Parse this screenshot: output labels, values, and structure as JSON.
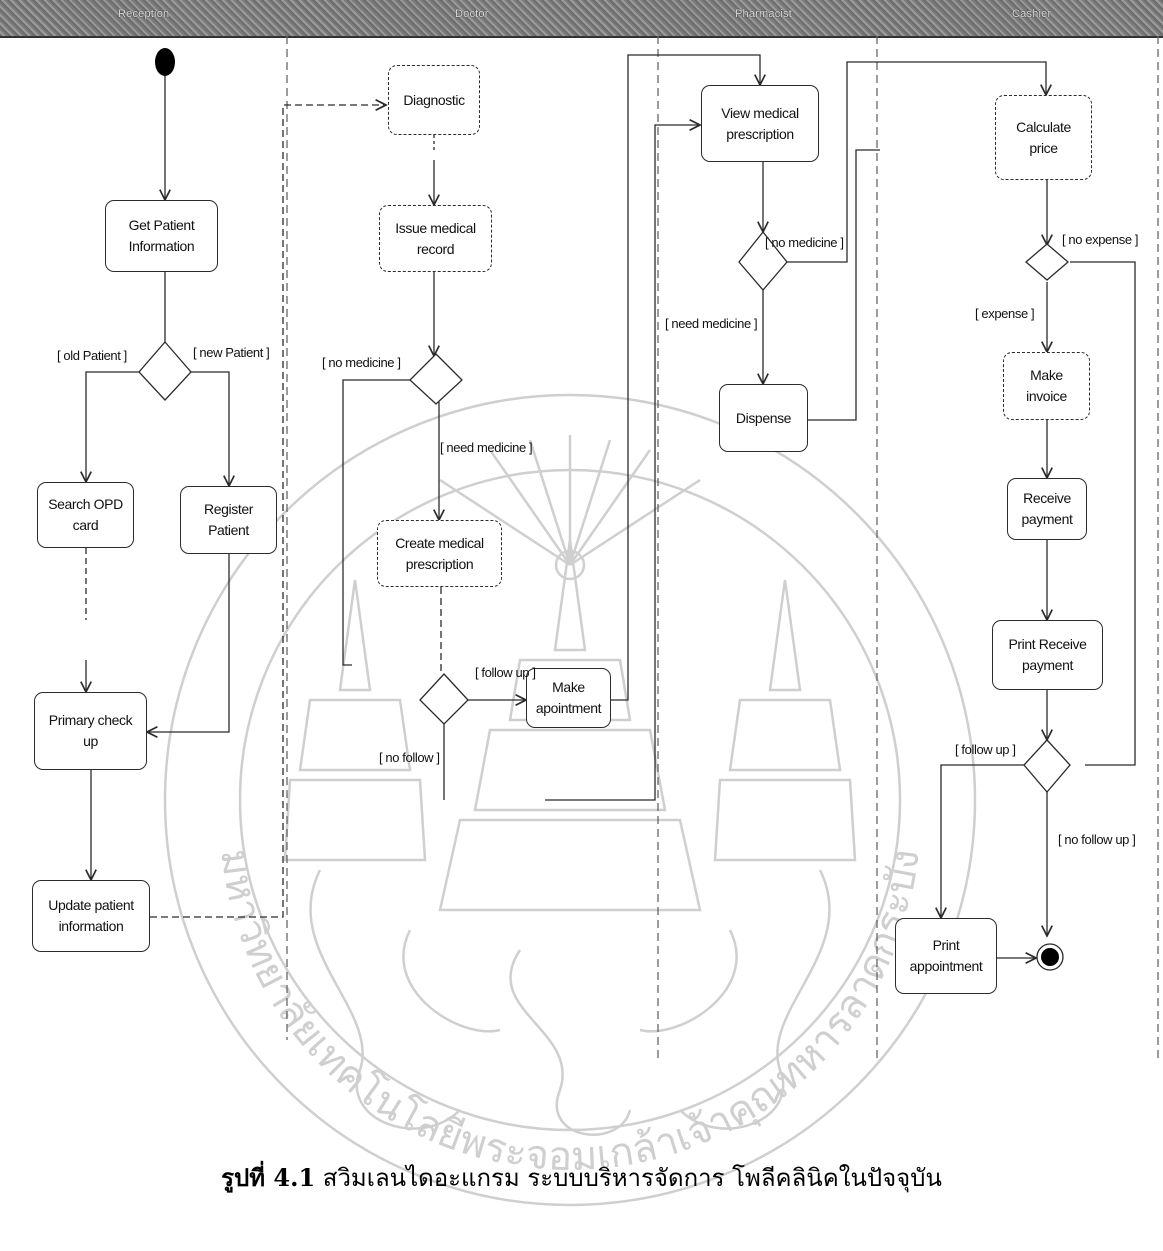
{
  "lanes": [
    "Reception",
    "Doctor",
    "Pharmacist",
    "Cashier"
  ],
  "nodes": {
    "get_patient": "Get Patient\nInformation",
    "search_opd": "Search OPD\ncard",
    "register": "Register\nPatient",
    "primary_check": "Primary check\nup",
    "update_info": "Update patient\ninformation",
    "diagnostic": "Diagnostic",
    "issue_record": "Issue medical\nrecord",
    "create_prescription": "Create medical\nprescription",
    "make_appointment": "Make\napointment",
    "view_prescription": "View medical\nprescription",
    "dispense": "Dispense",
    "calculate_price": "Calculate\nprice",
    "make_invoice": "Make\ninvoice",
    "receive_payment": "Receive\npayment",
    "print_receive": "Print Receive\npayment",
    "print_appointment": "Print\nappointment"
  },
  "guards": {
    "old_patient": "[ old Patient ]",
    "new_patient": "[ new Patient ]",
    "no_medicine_doctor": "[ no medicine ]",
    "need_medicine_doctor": "[ need medicine ]",
    "follow_up_doctor": "[ follow up ]",
    "no_follow": "[ no follow ]",
    "no_medicine_pharm": "[ no medicine ]",
    "need_medicine_pharm": "[ need medicine ]",
    "no_expense": "[ no expense ]",
    "expense": "[ expense ]",
    "follow_up_cashier": "[ follow up ]",
    "no_follow_up": "[ no follow up ]"
  },
  "caption": {
    "label": "รูปที่ 4.1",
    "text": " สวิมเลนไดอะแกรม ระบบบริหารจัดการ โพลีคลินิคในปัจจุบัน"
  },
  "watermark_text": "มหาวิทยาลัยเทคโนโลยีพระจอมเกล้าเจ้าคุณทหารลาดกระบัง",
  "colors": {
    "line": "#2b2b2b",
    "watermark": "#c8c8c8",
    "header": "#7a7a7a"
  }
}
